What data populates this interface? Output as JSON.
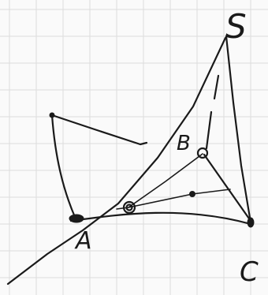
{
  "labels": {
    "S": "S",
    "B": "B",
    "C": "C",
    "A": "A"
  }
}
